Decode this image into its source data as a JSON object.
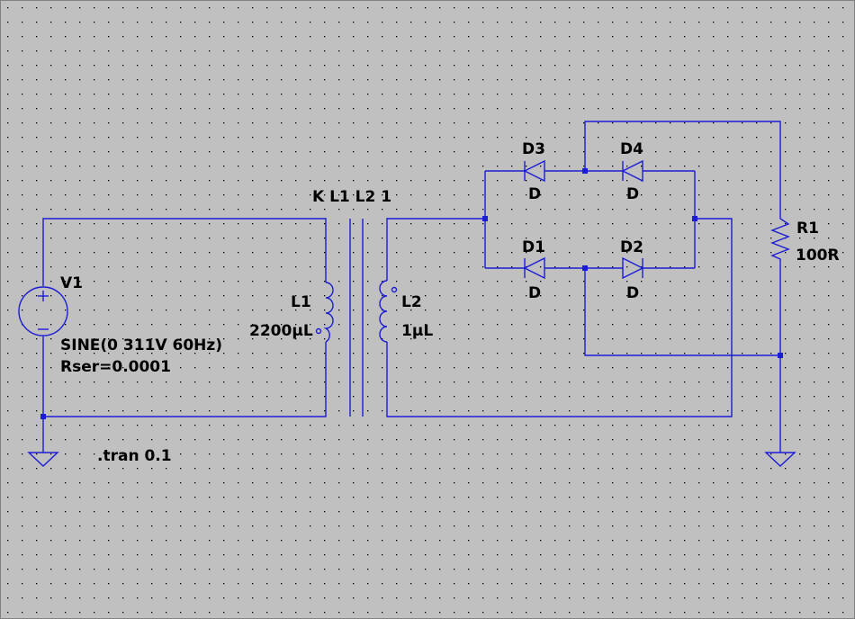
{
  "colors": {
    "background": "#c0c0c0",
    "grid_dot": "#000000",
    "wire": "#1c1cd4",
    "text": "#000000"
  },
  "directive_coupling": "K L1 L2 1",
  "directive_tran": ".tran 0.1",
  "v1": {
    "name": "V1",
    "value_line1": "SINE(0 311V 60Hz)",
    "value_line2": "Rser=0.0001"
  },
  "l1": {
    "name": "L1",
    "value": "2200µL"
  },
  "l2": {
    "name": "L2",
    "value": "1µL"
  },
  "d1": {
    "name": "D1",
    "model": "D"
  },
  "d2": {
    "name": "D2",
    "model": "D"
  },
  "d3": {
    "name": "D3",
    "model": "D"
  },
  "d4": {
    "name": "D4",
    "model": "D"
  },
  "r1": {
    "name": "R1",
    "value": "100R"
  }
}
